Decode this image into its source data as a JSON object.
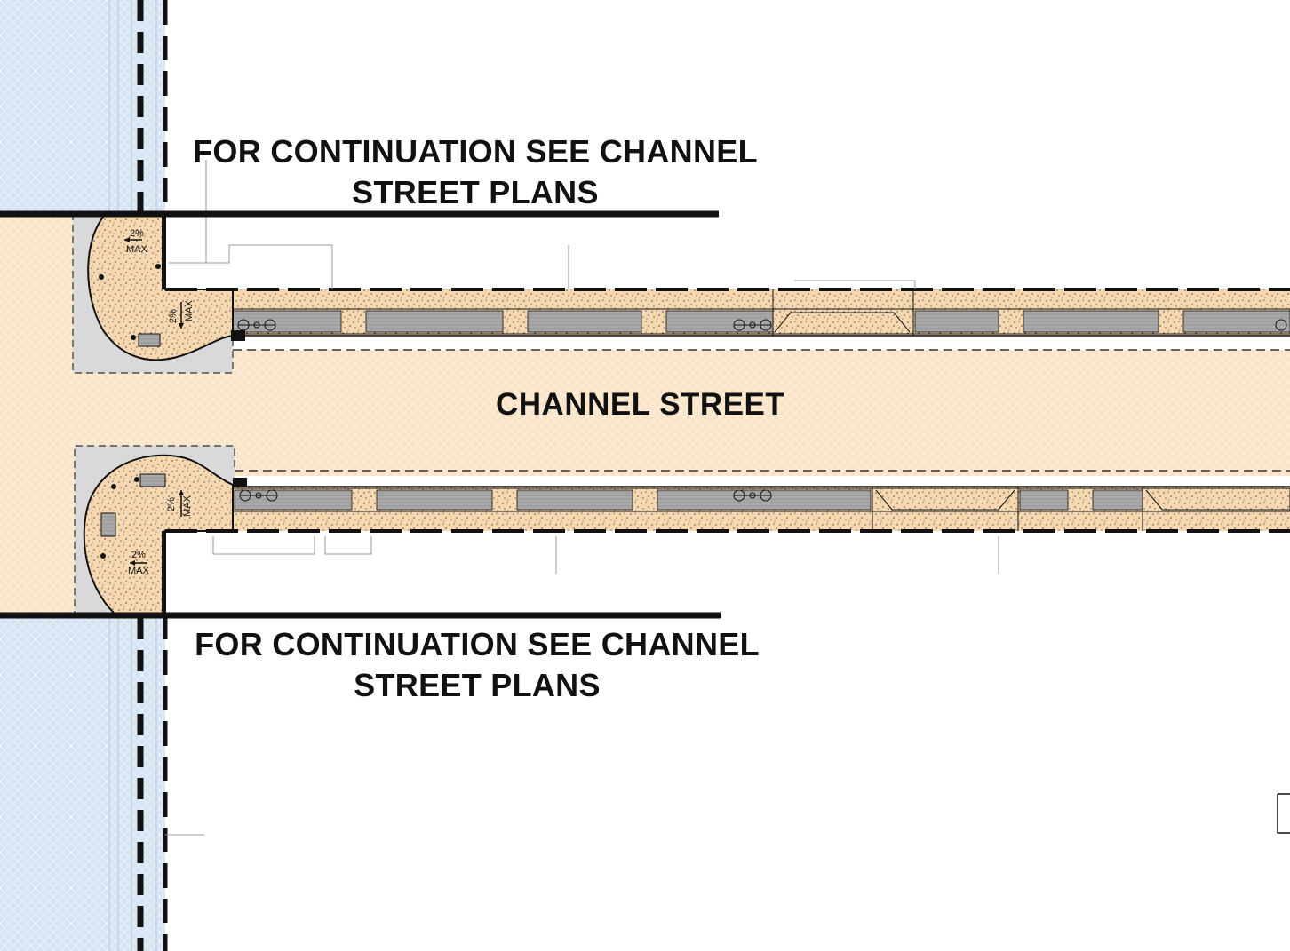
{
  "notes": {
    "top_line1": "FOR CONTINUATION SEE CHANNEL",
    "top_line2": "STREET PLANS",
    "bottom_line1": "FOR CONTINUATION SEE CHANNEL",
    "bottom_line2": "STREET PLANS"
  },
  "street_name": "CHANNEL STREET",
  "slope_labels": {
    "nw_pct": "2%",
    "nw_max": "MAX",
    "nw2_pct": "2%",
    "nw2_max": "MAX",
    "sw_pct": "2%",
    "sw_max": "MAX",
    "sw2_pct": "2%",
    "sw2_max": "MAX"
  },
  "colors": {
    "roadway": "#fbe3c6",
    "sidewalk": "#fad7ae",
    "waterfront": "#d5e4f3",
    "planting": "#a8a8a8",
    "apron": "#d9d9d9",
    "linework": "#111111"
  }
}
